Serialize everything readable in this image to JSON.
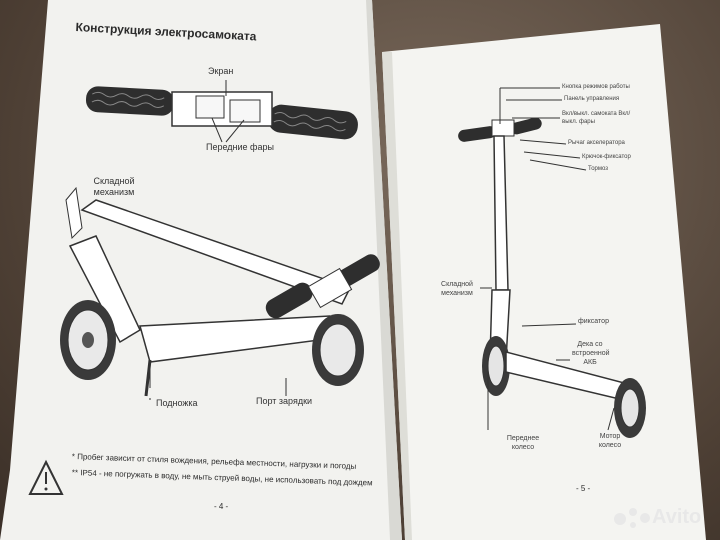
{
  "left_page": {
    "title": "Конструкция электросамоката",
    "handlebar_labels": {
      "screen": "Экран",
      "headlights": "Передние фары"
    },
    "scooter_labels": {
      "folding_mechanism": "Складной механизм",
      "kickstand": "Подножка",
      "charging_port": "Порт зарядки"
    },
    "notes": [
      "* Пробег зависит от стиля вождения, рельефа местности, нагрузки и погоды",
      "** IP54 - не погружать в воду, не мыть струей воды, не использовать под дождем"
    ],
    "page_number": "- 4 -",
    "warning_icon": "warning-triangle-icon"
  },
  "right_page": {
    "top_labels": [
      "Кнопка режимов работы",
      "Панель управления",
      "Вкл/выкл. самоката Вкл/выкл. фары",
      "Рычаг акселератора",
      "Крючок-фиксатор",
      "Тормоз"
    ],
    "folding_mechanism": "Складной механизм",
    "latch": "фиксатор",
    "deck_battery": "Дека со встроенной АКБ",
    "front_wheel": "Переднее колесо",
    "motor_wheel": "Мотор колесо",
    "page_number": "- 5 -"
  },
  "watermark": {
    "brand": "Avito",
    "icon": "avito-dots-icon"
  }
}
